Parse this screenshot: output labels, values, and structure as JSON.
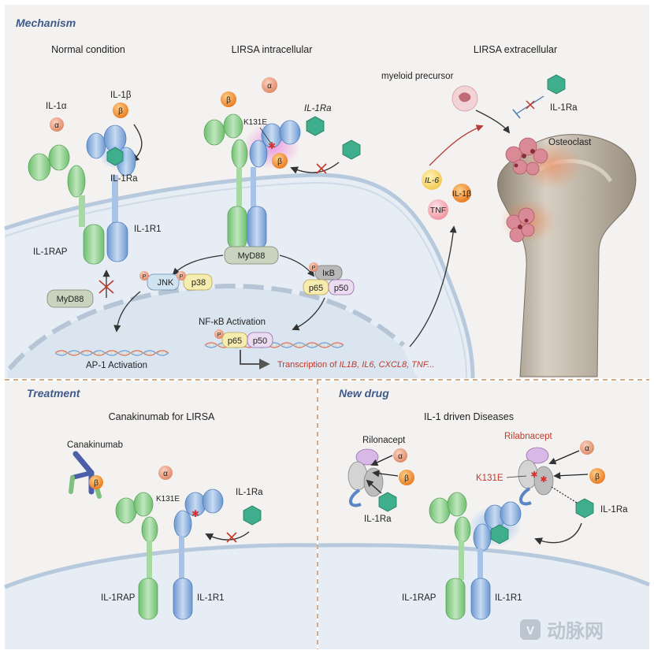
{
  "panels": {
    "mechanism": "Mechanism",
    "treatment": "Treatment",
    "new_drug": "New drug"
  },
  "mechanism": {
    "normal_title": "Normal condition",
    "intracellular_title": "LIRSA intracellular",
    "extracellular_title": "LIRSA extracellular",
    "il1a": "IL-1α",
    "il1b": "IL-1β",
    "il1ra": "IL-1Ra",
    "il1rap": "IL-1RAP",
    "il1r1": "IL-1R1",
    "alpha": "α",
    "beta": "β",
    "mutation": "K131E",
    "myd88": "MyD88",
    "p": "P",
    "jnk": "JNK",
    "p38": "p38",
    "ikb": "IκB",
    "p65": "p65",
    "p50": "p50",
    "nfkb": "NF-κB Activation",
    "ap1": "AP-1 Activation",
    "transcription_prefix": "Transcription of ",
    "transcription_genes": "IL1B, IL6, CXCL8, TNF...",
    "myeloid": "myeloid precursor",
    "osteoclast": "Osteoclast",
    "il6": "IL-6",
    "tnf": "TNF"
  },
  "treatment": {
    "title": "Canakinumab for LIRSA",
    "drug": "Canakinumab",
    "alpha": "α",
    "beta": "β",
    "mutation": "K131E",
    "il1ra": "IL-1Ra",
    "il1rap": "IL-1RAP",
    "il1r1": "IL-1R1"
  },
  "new_drug": {
    "title": "IL-1 driven Diseases",
    "rilonacept": "Rilonacept",
    "rilabnacept": "Rilabnacept",
    "alpha": "α",
    "beta": "β",
    "il1ra": "IL-1Ra",
    "mutation": "K131E",
    "il1rap": "IL-1RAP",
    "il1r1": "IL-1R1"
  },
  "watermark": "动脉网",
  "colors": {
    "header": "#3f5a8a",
    "receptor_green": "#8fcf8f",
    "receptor_blue": "#8fb2de",
    "il1b_orange": "#f08a2a",
    "il1a_salmon": "#e98a6e",
    "il1ra_teal": "#3fae8c",
    "divider": "#c58f5f",
    "transcription_red": "#c0392b"
  }
}
